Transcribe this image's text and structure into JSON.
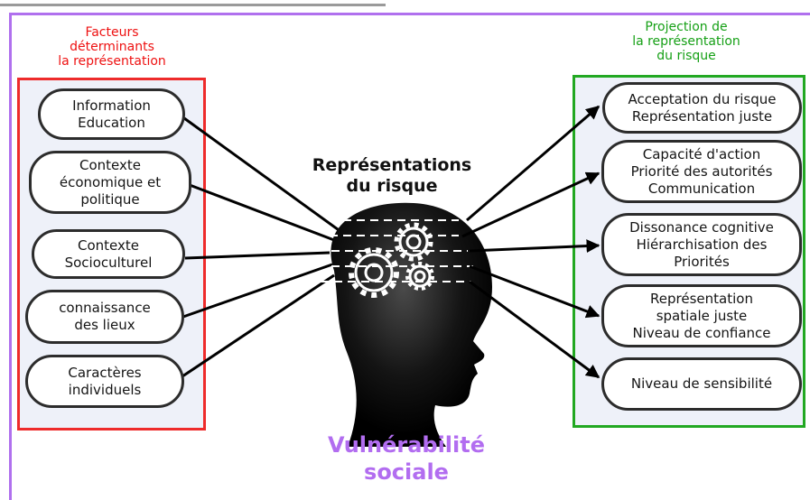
{
  "colors": {
    "left_accent": "#ee2b2b",
    "right_accent": "#22a822",
    "bottom_accent": "#b26df0"
  },
  "left_panel": {
    "heading": "Facteurs\ndéterminants\nla représentation",
    "items": [
      "Information\nEducation",
      "Contexte\néconomique et\npolitique",
      "Contexte\nSocioculturel",
      "connaissance\ndes lieux",
      "Caractères\nindividuels"
    ]
  },
  "right_panel": {
    "heading": "Projection de\nla représentation\ndu risque",
    "items": [
      "Acceptation du risque\nReprésentation juste",
      "Capacité d'action\nPriorité des autorités\nCommunication",
      "Dissonance cognitive\nHiérarchisation des\nPriorités",
      "Représentation\nspatiale juste\nNiveau de confiance",
      "Niveau de sensibilité"
    ]
  },
  "center": {
    "title": "Représentations\ndu risque",
    "icon": "head-with-gears-icon"
  },
  "bottom_title": "Vulnérabilité\nsociale"
}
